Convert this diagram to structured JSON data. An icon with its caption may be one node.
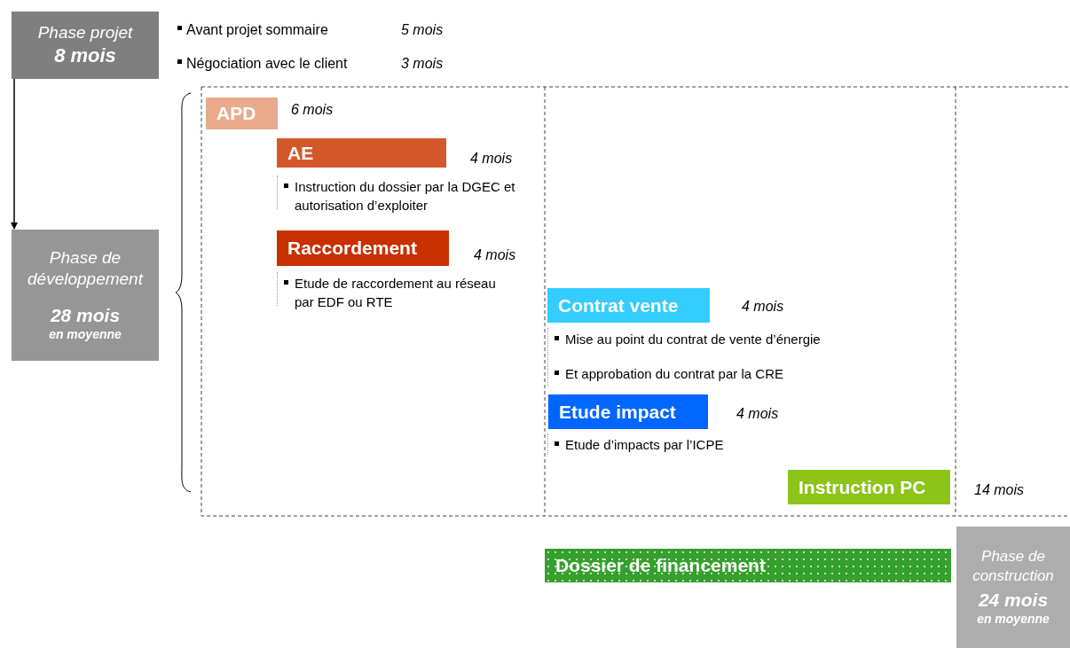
{
  "diagram": {
    "nodes": [
      {
        "text": [
          "Phase projet",
          "8 mois"
        ]
      },
      {
        "text": [
          "Phase de développement",
          "28 mois",
          "en moyenne"
        ]
      },
      {
        "text": [
          "APD"
        ],
        "beside": [
          "6 mois"
        ]
      },
      {
        "text": [
          "AE"
        ],
        "beside": [
          "4 mois",
          "Instruction du dossier par la DGEC et autorisation d’exploiter"
        ]
      },
      {
        "text": [
          "Raccordement"
        ],
        "beside": [
          "4 mois",
          "Etude de raccordement au réseau par EDF ou RTE"
        ]
      },
      {
        "text": [
          "Contrat vente"
        ],
        "beside": [
          "4 mois",
          "Mise au point du contrat de vente d’énergie",
          "Et approbation du contrat par la CRE"
        ]
      },
      {
        "text": [
          "Etude impact"
        ],
        "beside": [
          "4 mois",
          "Etude d’impacts par l’ICPE"
        ]
      },
      {
        "text": [
          "Instruction PC"
        ],
        "beside": [
          "14 mois"
        ]
      },
      {
        "text": [
          "Dossier de financement"
        ]
      },
      {
        "text": [
          "Phase de construction",
          "24 mois",
          "en moyenne"
        ]
      }
    ],
    "edges": [
      {
        "from": 0,
        "to": 1,
        "arrow": "to"
      }
    ],
    "labels": [
      "Avant projet sommaire",
      "5 mois",
      "Négociation avec le client",
      "3 mois"
    ]
  }
}
